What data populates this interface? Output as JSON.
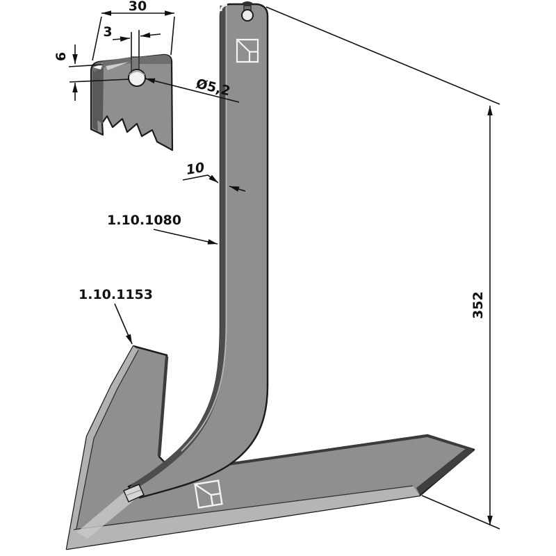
{
  "figure": {
    "type": "technical-drawing",
    "background_color": "#ffffff",
    "steel_color": "#8f8f8f",
    "edge_color": "#4d4d4d",
    "bevel_color": "#b5b5b5",
    "outline_color": "#1c1c1c",
    "detail_view": {
      "width": "30",
      "slot_width": "3",
      "hole_offset": "6",
      "hole_diameter": "Ø5,2"
    },
    "shank": {
      "part_number": "1.10.1080",
      "thickness": "10",
      "length": "352",
      "logo": "brand-mark"
    },
    "sweep": {
      "part_number": "1.10.1153",
      "logo": "brand-mark"
    }
  }
}
